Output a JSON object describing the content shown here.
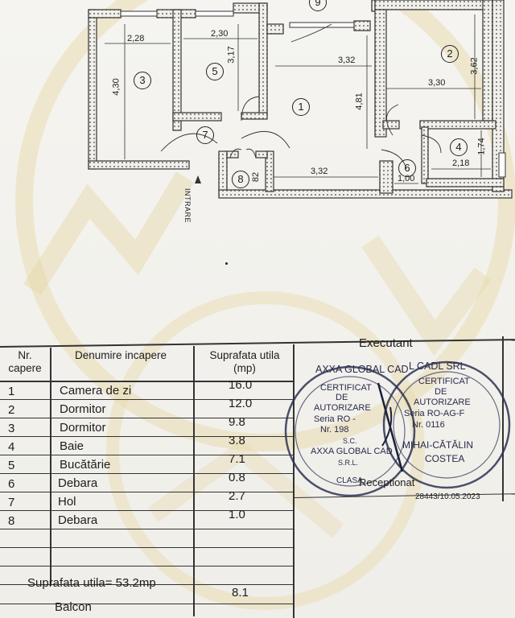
{
  "plan": {
    "dimensions": [
      "2,28",
      "2,30",
      "3,17",
      "4,30",
      "3,32",
      "4,81",
      "3,62",
      "3,30",
      "1,74",
      "2,18",
      "1,00",
      "3,32",
      "82"
    ],
    "room_numbers": [
      "1",
      "2",
      "3",
      "4",
      "5",
      "6",
      "7",
      "8",
      "9"
    ],
    "entrance_label": "INTRARE"
  },
  "table": {
    "headers": {
      "nr": "Nr. capere",
      "name": "Denumire incapere",
      "area": "Suprafata utila (mp)",
      "executant": "Executant"
    },
    "rows": [
      {
        "nr": "1",
        "name": "Camera de zi",
        "area": "16.0"
      },
      {
        "nr": "2",
        "name": "Dormitor",
        "area": "12.0"
      },
      {
        "nr": "3",
        "name": "Dormitor",
        "area": "9.8"
      },
      {
        "nr": "4",
        "name": "Baie",
        "area": "3.8"
      },
      {
        "nr": "5",
        "name": "Bucătărie",
        "area": "7.1"
      },
      {
        "nr": "6",
        "name": "Debara",
        "area": "0.8"
      },
      {
        "nr": "7",
        "name": "Hol",
        "area": "2.7"
      },
      {
        "nr": "8",
        "name": "Debara",
        "area": "1.0"
      }
    ],
    "total_label": "Suprafata utila= 53.2mp",
    "balcony": {
      "name": "Balcon",
      "area": "8.1"
    }
  },
  "stamp": {
    "left": {
      "top": "AXXA GLOBAL CAD",
      "lines": [
        "CERTIFICAT",
        "DE",
        "AUTORIZARE",
        "Seria RO -",
        "Nr. 198",
        "S.C.",
        "AXXA GLOBAL CAD",
        "S.R.L."
      ],
      "bottom": "CLASA"
    },
    "right": {
      "top": "L CADL SRL",
      "lines": [
        "CERTIFICAT",
        "DE",
        "AUTORIZARE",
        "Seria RO-AG-F",
        "Nr. 0116",
        "MIHAI-CĂTĂLIN",
        "COSTEA"
      ],
      "bottom": "Receptionat"
    },
    "reference": "28443/10.05.2023"
  }
}
